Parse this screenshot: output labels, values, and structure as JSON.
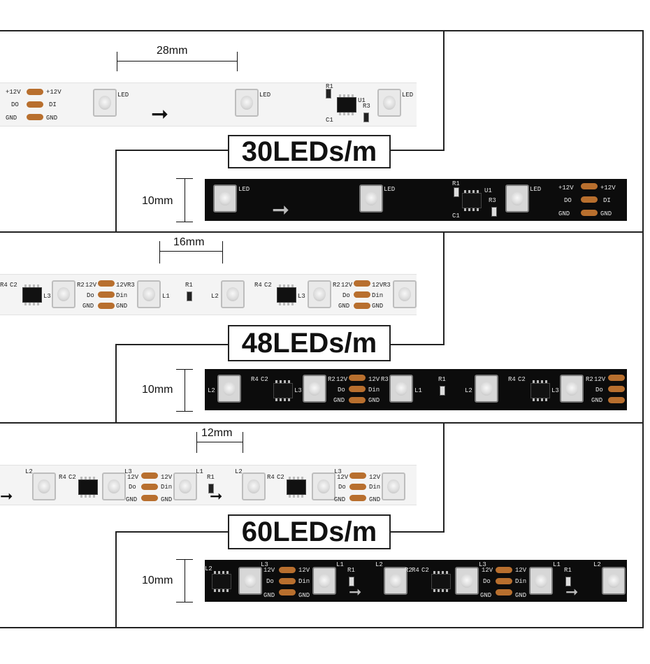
{
  "sections": [
    {
      "title": "30LEDs/m",
      "pitch": "28mm",
      "width": "10mm"
    },
    {
      "title": "48LEDs/m",
      "pitch": "16mm",
      "width": "10mm"
    },
    {
      "title": "60LEDs/m",
      "pitch": "12mm",
      "width": "10mm"
    }
  ],
  "strip_labels": {
    "v12": "+12V",
    "do": "DO",
    "di": "DI",
    "gnd": "GND",
    "v12b": "12V",
    "do2": "Do",
    "din": "Din",
    "gnd2": "GND",
    "led": "LED",
    "r1": "R1",
    "r2": "R2",
    "r3": "R3",
    "r4": "R4",
    "c1": "C1",
    "c2": "C2",
    "u1": "U1",
    "l1": "L1",
    "l2": "L2",
    "l3": "L3"
  },
  "colors": {
    "pad": "#b86f2e",
    "line": "#222222"
  }
}
